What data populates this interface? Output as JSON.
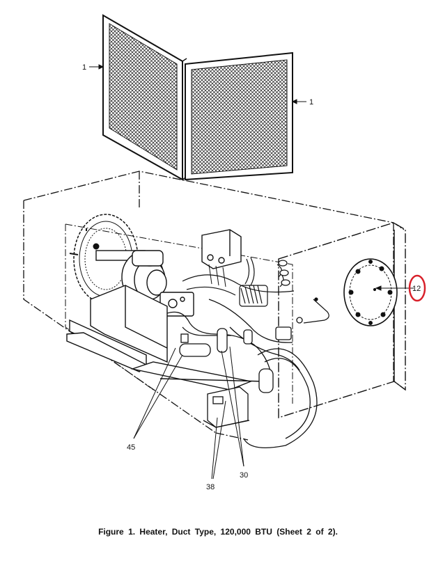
{
  "figure": {
    "caption": "Figure 1.   Heater, Duct Type, 120,000 BTU (Sheet 2 of 2).",
    "callouts": {
      "filter_left": "1",
      "filter_right": "1",
      "access_panel": "12",
      "item_45": "45",
      "item_38": "38",
      "item_30": "30"
    },
    "highlighted_callout": "12",
    "colors": {
      "ink": "#111111",
      "highlight_circle": "#d8202a",
      "background": "#ffffff"
    }
  }
}
